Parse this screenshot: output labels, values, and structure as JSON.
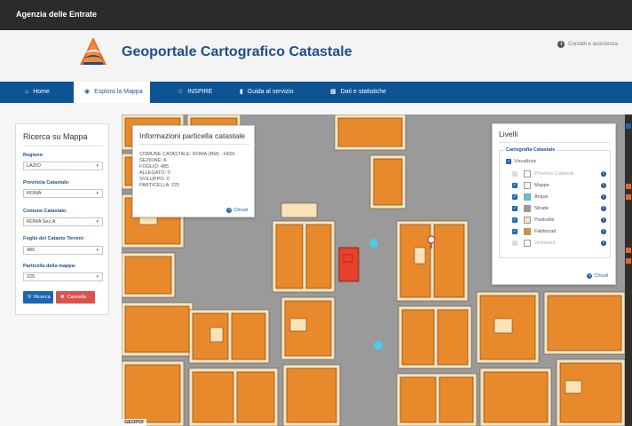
{
  "agency": {
    "label": "Agenzia delle Entrate"
  },
  "header": {
    "title": "Geoportale Cartografico Catastale",
    "contact": "Contatti e assistenza"
  },
  "nav": [
    {
      "label": "Home",
      "icon": "home-icon"
    },
    {
      "label": "Esplora la Mappa",
      "icon": "globe-icon"
    },
    {
      "label": "INSPIRE",
      "icon": "star-icon"
    },
    {
      "label": "Guida al servizio",
      "icon": "book-icon"
    },
    {
      "label": "Dati e statistiche",
      "icon": "bar-chart-icon"
    }
  ],
  "search": {
    "title": "Ricerca su Mappa",
    "fields": [
      {
        "label": "Regione:",
        "value": "LAZIO"
      },
      {
        "label": "Provincia Catastale:",
        "value": "ROMA"
      },
      {
        "label": "Comune Catastale:",
        "value": "ROMA Sez.A"
      },
      {
        "label": "Foglio del Catasto Terreni:",
        "value": "485"
      },
      {
        "label": "Particella della mappa:",
        "value": "225"
      }
    ],
    "search_button": "Ricerca",
    "cancel_button": "Cancella"
  },
  "info": {
    "title": "Informazioni particella catastale",
    "lines": [
      "COMUNE CATASTALE: ROMA (RM) - H501",
      "SEZIONE: A",
      "FOGLIO: 485",
      "ALLEGATO: 0",
      "SVILUPPO: 0",
      "PARTICELLA: 225"
    ],
    "close": "Chiudi"
  },
  "layers": {
    "title": "Livelli",
    "legend": "Cartografia Catastale",
    "items": [
      {
        "name": "Visualizza",
        "checked": true,
        "swatch": ""
      },
      {
        "name": "Province Catastali",
        "checked": false,
        "swatch": "#ffffff"
      },
      {
        "name": "Mappe",
        "checked": true,
        "swatch": "#ffffff"
      },
      {
        "name": "Acque",
        "checked": true,
        "swatch": "#4fc8ea"
      },
      {
        "name": "Strade",
        "checked": true,
        "swatch": "#9a9a9a"
      },
      {
        "name": "Particelle",
        "checked": true,
        "swatch": "#fbe3b8"
      },
      {
        "name": "Fabbricati",
        "checked": true,
        "swatch": "#e88a2c"
      },
      {
        "name": "Vestizioni",
        "checked": false,
        "swatch": "#ffffff"
      }
    ],
    "close": "Chiudi"
  },
  "map": {
    "attribution": "GEOPOI",
    "colors": {
      "street": "#9a9a9a",
      "parcel": "#fbe3b8",
      "building": "#e88a2c",
      "selected": "#e8412c",
      "water": "#4fc8ea"
    }
  }
}
